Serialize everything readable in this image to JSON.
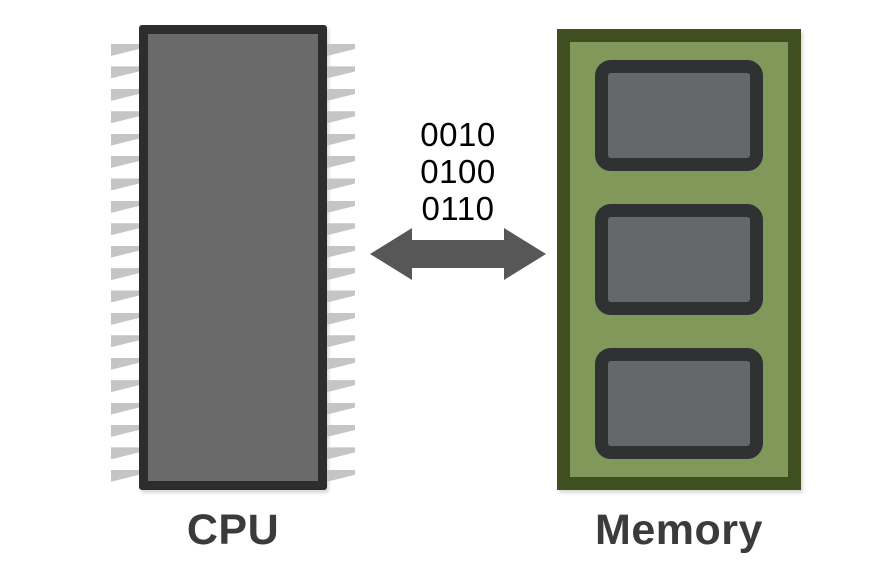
{
  "diagram": {
    "background_color": "#ffffff",
    "cpu": {
      "label": "CPU",
      "pin_count_per_side": 20,
      "body_color": "#6a6a6a",
      "border_color": "#2d2d2d",
      "pin_color": "#c5c5c5"
    },
    "memory": {
      "label": "Memory",
      "chip_count": 3,
      "board_color": "#80995a",
      "board_border_color": "#3f4f20",
      "chip_color": "#656769",
      "chip_border_color": "#2f3133"
    },
    "bus": {
      "direction": "bidirectional",
      "arrow_color": "#575757",
      "data_lines": [
        "0010",
        "0100",
        "0110"
      ]
    },
    "label_color": "#3b3b3b",
    "binary_text_color": "#000000"
  }
}
